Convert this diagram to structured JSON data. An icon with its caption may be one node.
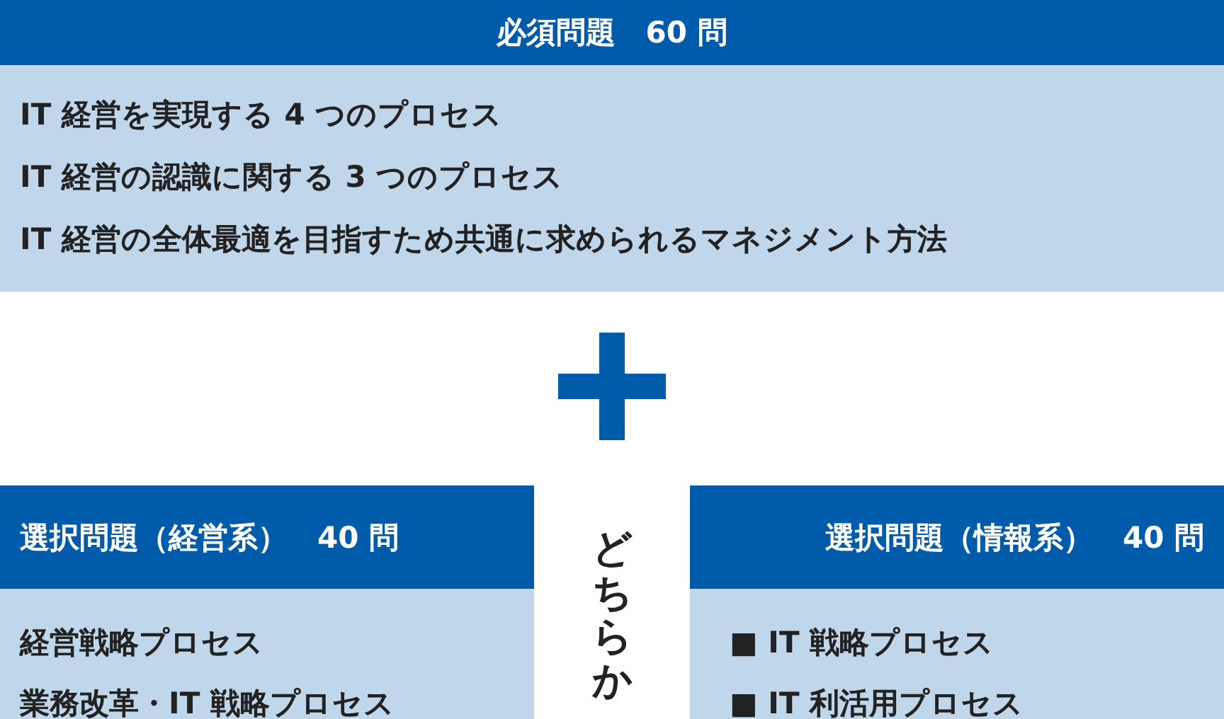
{
  "diagram": {
    "nodes": [
      {
        "text": [
          "必須問題　60 問",
          "IT 経営を実現する 4 つのプロセス",
          "IT 経営の認識に関する 3 つのプロセス",
          "IT 経営の全体最適を目指すため共通に求められるマネジメント方法"
        ]
      },
      {
        "text": [
          "選択問題（経営系）　40 問",
          "経営戦略プロセス",
          "業務改革・IT 戦略プロセス"
        ]
      },
      {
        "text": [
          "選択問題（情報系）　40 問",
          "■ IT 戦略プロセス",
          "■ IT 利活用プロセス"
        ]
      }
    ],
    "labels": [
      "どちらか"
    ]
  }
}
